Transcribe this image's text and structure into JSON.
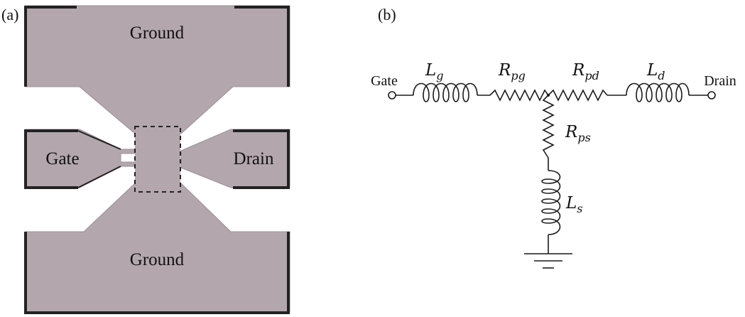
{
  "panel_a": {
    "label": "(a)",
    "pads": {
      "ground_top": "Ground",
      "ground_bottom": "Ground",
      "gate": "Gate",
      "drain": "Drain"
    },
    "colors": {
      "metal": "#b3a7ad",
      "edge": "#222222"
    }
  },
  "panel_b": {
    "label": "(b)",
    "terminals": {
      "gate": "Gate",
      "drain": "Drain"
    },
    "components": {
      "Lg": {
        "sym": "L",
        "sub": "g"
      },
      "Rpg": {
        "sym": "R",
        "sub": "pg"
      },
      "Rpd": {
        "sym": "R",
        "sub": "pd"
      },
      "Ld": {
        "sym": "L",
        "sub": "d"
      },
      "Rps": {
        "sym": "R",
        "sub": "ps"
      },
      "Ls": {
        "sym": "L",
        "sub": "s"
      }
    }
  }
}
